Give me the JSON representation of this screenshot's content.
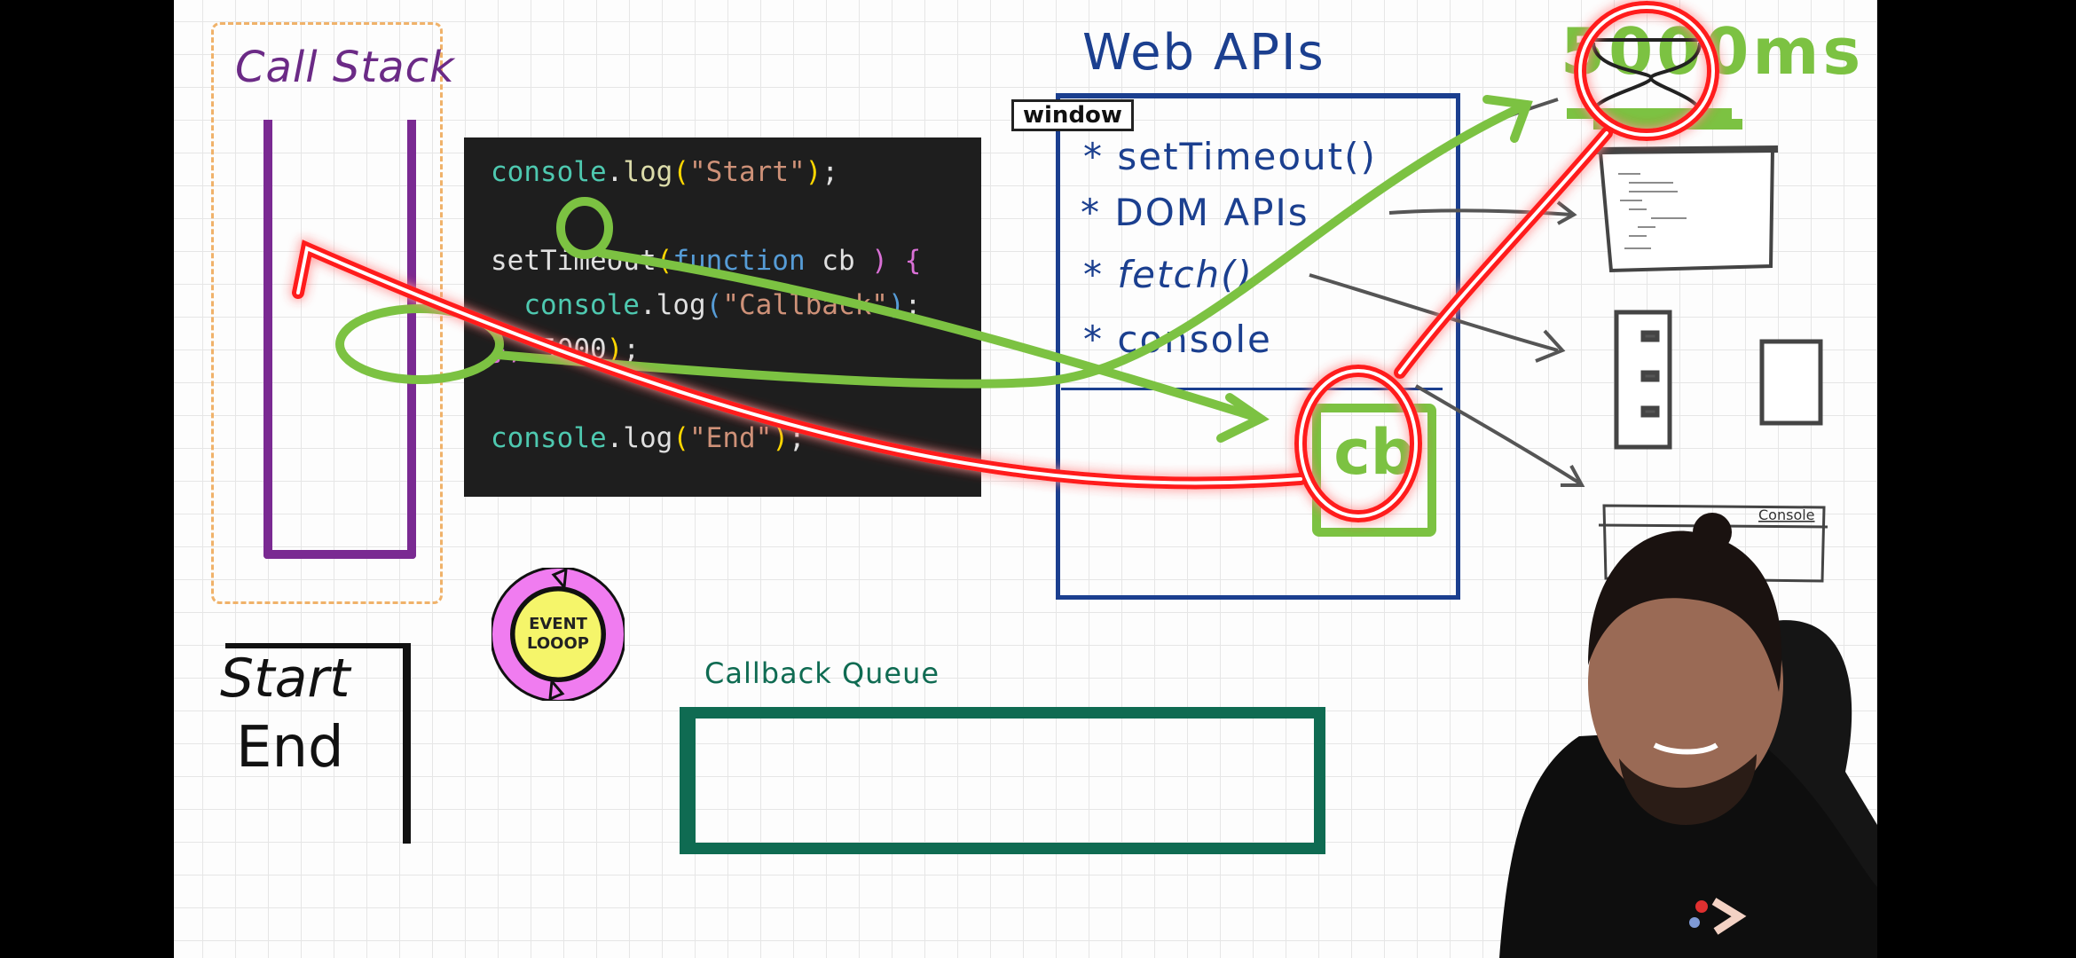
{
  "call_stack": {
    "title": "Call Stack"
  },
  "code": {
    "lines": [
      {
        "obj": "console",
        "dot": ".",
        "fn": "log",
        "open": "(",
        "str": "\"Start\"",
        "close": ")",
        "end": ";"
      },
      {
        "fn": "setTimeout",
        "open": "(",
        "kw": "function",
        "param": "cb",
        "close": ")",
        "brace": "{"
      },
      {
        "obj": "console",
        "dot": ".",
        "fn": "log",
        "open": "(",
        "str": "\"Callback\"",
        "close": ")",
        "end": ";"
      },
      {
        "brace": "},",
        "num": "5000",
        "close": ")",
        "end": ";"
      },
      {
        "obj": "console",
        "dot": ".",
        "fn": "log",
        "open": "(",
        "str": "\"End\"",
        "close": ")",
        "end": ";"
      }
    ]
  },
  "web_apis": {
    "title": "Web APIs",
    "window_tag": "window",
    "items": [
      {
        "bullet": "*",
        "label": "setTimeout()"
      },
      {
        "bullet": "*",
        "label": "DOM APIs"
      },
      {
        "bullet": "*",
        "label": "fetch()"
      },
      {
        "bullet": "*",
        "label": "console"
      }
    ],
    "registered_callback": "cb"
  },
  "timer": {
    "label": "5000ms"
  },
  "event_loop": {
    "line1": "EVENT",
    "line2": "LOOOP"
  },
  "console_output": {
    "lines": [
      "Start",
      "End"
    ]
  },
  "callback_queue": {
    "label": "Callback Queue",
    "items": []
  },
  "devtools_sketch": {
    "tab": "Console"
  },
  "colors": {
    "call_stack": "#7a2a92",
    "web_apis": "#1b3f8f",
    "callback_queue": "#0f6b52",
    "annotation_green": "#7cc242",
    "annotation_red": "#ff1a1a",
    "event_loop_ring": "#f07cf0",
    "event_loop_core": "#f5f56a"
  }
}
